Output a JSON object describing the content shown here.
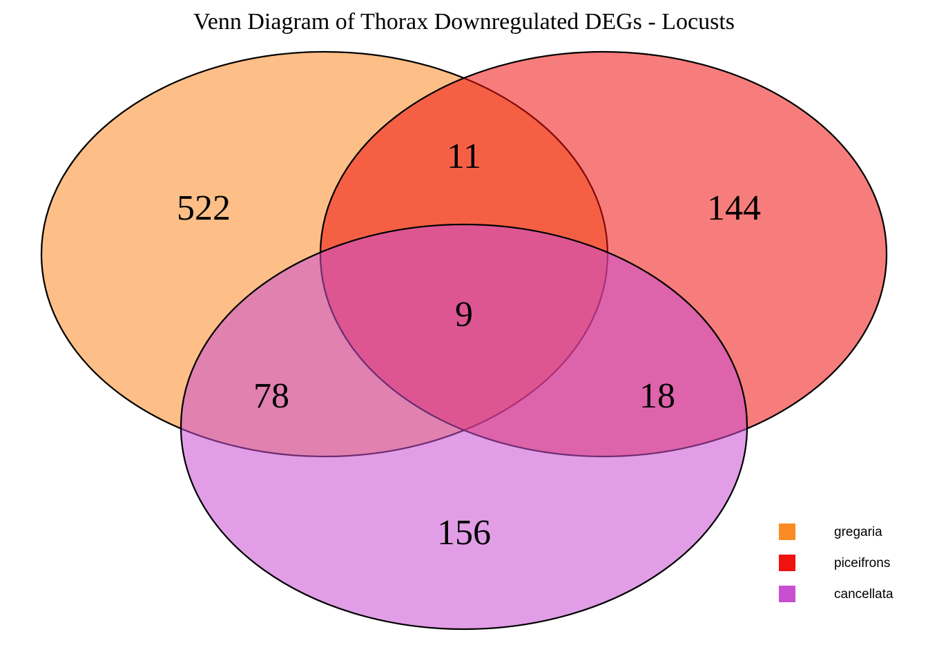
{
  "chart_data": {
    "type": "venn",
    "title": "Venn Diagram of Thorax Downregulated DEGs - Locusts",
    "sets": [
      {
        "name": "gregaria",
        "color": "#FB8B24"
      },
      {
        "name": "piceifrons",
        "color": "#EF120E"
      },
      {
        "name": "cancellata",
        "color": "#C94FD1"
      }
    ],
    "regions": [
      {
        "sets": [
          "gregaria"
        ],
        "value": 522
      },
      {
        "sets": [
          "piceifrons"
        ],
        "value": 144
      },
      {
        "sets": [
          "cancellata"
        ],
        "value": 156
      },
      {
        "sets": [
          "gregaria",
          "piceifrons"
        ],
        "value": 11
      },
      {
        "sets": [
          "gregaria",
          "cancellata"
        ],
        "value": 78
      },
      {
        "sets": [
          "piceifrons",
          "cancellata"
        ],
        "value": 18
      },
      {
        "sets": [
          "gregaria",
          "piceifrons",
          "cancellata"
        ],
        "value": 9
      }
    ],
    "legend_position": "bottom-right",
    "outline_color": "#000000",
    "background_color": "#ffffff"
  }
}
